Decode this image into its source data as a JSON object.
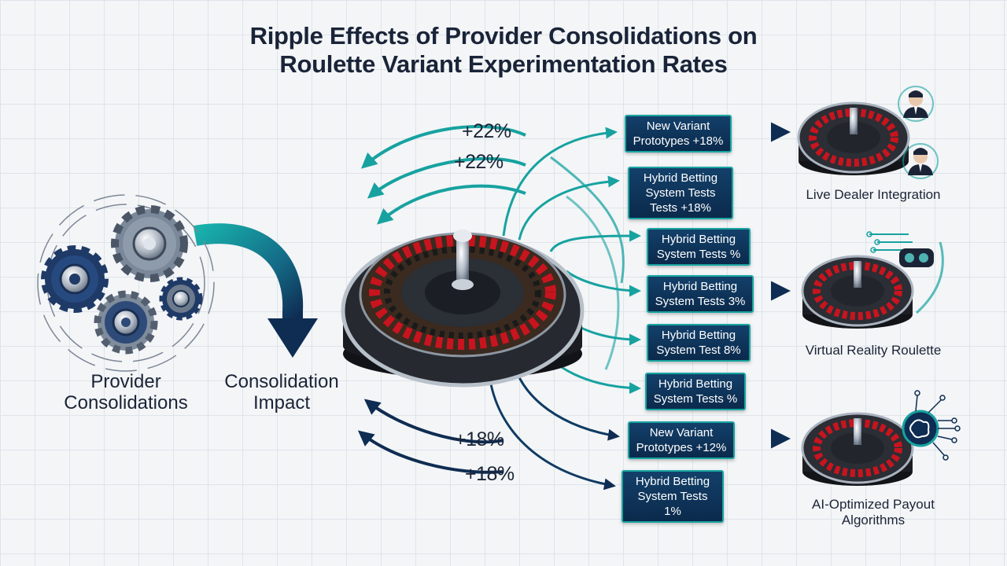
{
  "title": "Ripple Effects of Provider Consolidations on\nRoulette Variant Experimentation Rates",
  "left": {
    "provider_label": "Provider\nConsolidations",
    "impact_label": "Consolidation\nImpact"
  },
  "percentages": [
    "+22%",
    "+22%",
    "+18%",
    "+18%"
  ],
  "test_boxes": [
    "New Variant\nPrototypes +18%",
    "Hybrid Betting\nSystem Tests\nTests +18%",
    "Hybrid Betting\nSystem Tests %",
    "Hybrid Betting\nSystem Tests 3%",
    "Hybrid Betting\nSystem Test 8%",
    "Hybrid Betting\nSystem Tests %",
    "New Variant\nPrototypes +12%",
    "Hybrid Betting\nSystem Tests 1%"
  ],
  "outcomes": [
    {
      "label": "Live Dealer Integration",
      "icon": "live-dealer-icon"
    },
    {
      "label": "Virtual Reality Roulette",
      "icon": "vr-headset-icon"
    },
    {
      "label": "AI-Optimized Payout\nAlgorithms",
      "icon": "ai-brain-icon"
    }
  ],
  "colors": {
    "navy": "#0f2c52",
    "teal": "#17a2a0",
    "roulette_red": "#c8141e",
    "gear": "#2e4a78"
  }
}
